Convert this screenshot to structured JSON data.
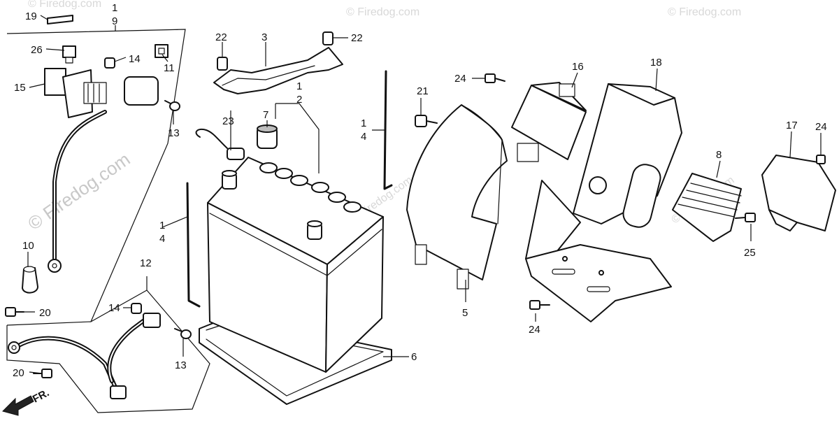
{
  "watermark": {
    "main": "© Firedog.com",
    "faint": "© Firedog.com"
  },
  "direction_label": "FR.",
  "callouts": {
    "n1_top": "1",
    "n9": "9",
    "n19": "19",
    "n26": "26",
    "n14a": "14",
    "n11": "11",
    "n15": "15",
    "n13a": "13",
    "n10": "10",
    "n20a": "20",
    "n12": "12",
    "n14b": "14",
    "n13b": "13",
    "n20b": "20",
    "n22a": "22",
    "n3": "3",
    "n22b": "22",
    "n23": "23",
    "n7": "7",
    "n1_mid": "1",
    "n2": "2",
    "n1_left": "1",
    "n4_left": "4",
    "n1_right": "1",
    "n4_right": "4",
    "n6": "6",
    "n24a": "24",
    "n21": "21",
    "n5": "5",
    "n16": "16",
    "n18": "18",
    "n24b": "24",
    "n8": "8",
    "n17": "17",
    "n24c": "24",
    "n25": "25"
  }
}
